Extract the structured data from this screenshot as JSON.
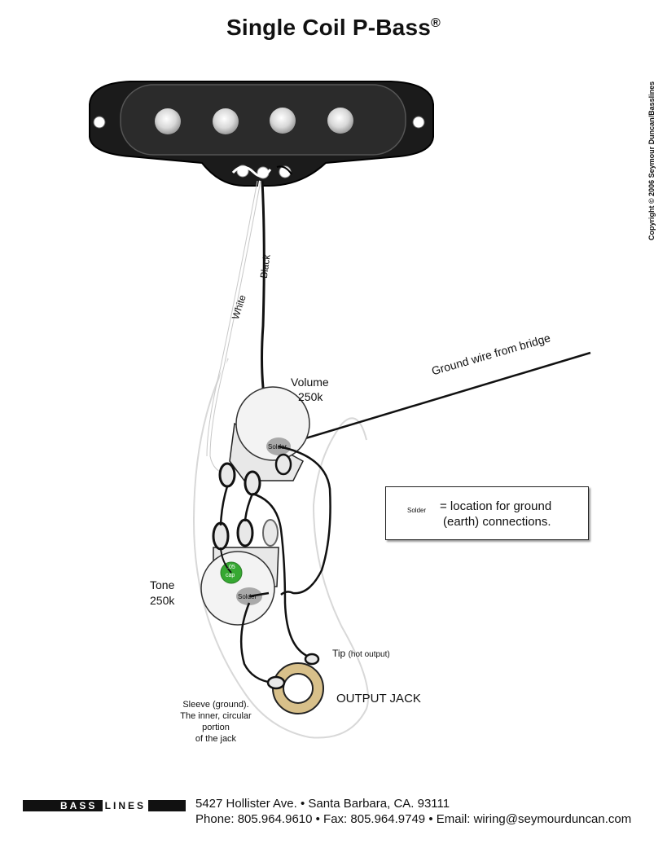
{
  "title": "Single Coil P-Bass",
  "title_mark": "®",
  "copyright": "Copyright © 2006 Seymour Duncan/Basslines",
  "labels": {
    "white": "White",
    "black": "Black",
    "ground_wire": "Ground wire from bridge",
    "volume": "Volume",
    "volume_value": "250k",
    "tone": "Tone",
    "tone_value": "250k",
    "solder": "Solder",
    "cap_line1": ".05",
    "cap_line2": "cap",
    "tip": "Tip",
    "tip_note": "(hot output)",
    "output_jack": "OUTPUT JACK",
    "sleeve_1": "Sleeve (ground).",
    "sleeve_2": "The inner, circular",
    "sleeve_3": "portion",
    "sleeve_4": "of the jack"
  },
  "legend": {
    "solder": "Solder",
    "line1": "= location for ground",
    "line2": "(earth) connections."
  },
  "footer": {
    "logo_left": "BASS",
    "logo_right": "LINES",
    "address": "5427 Hollister Ave. • Santa Barbara, CA. 93111",
    "contact": "Phone: 805.964.9610 • Fax: 805.964.9749 • Email: wiring@seymourduncan.com"
  },
  "colors": {
    "pickup_body": "#1a1a1a",
    "pot_fill": "#f2f2f2",
    "solder_fill": "#a9a9a9",
    "cap_green": "#36a832",
    "jack_ring": "#d8c08a"
  }
}
